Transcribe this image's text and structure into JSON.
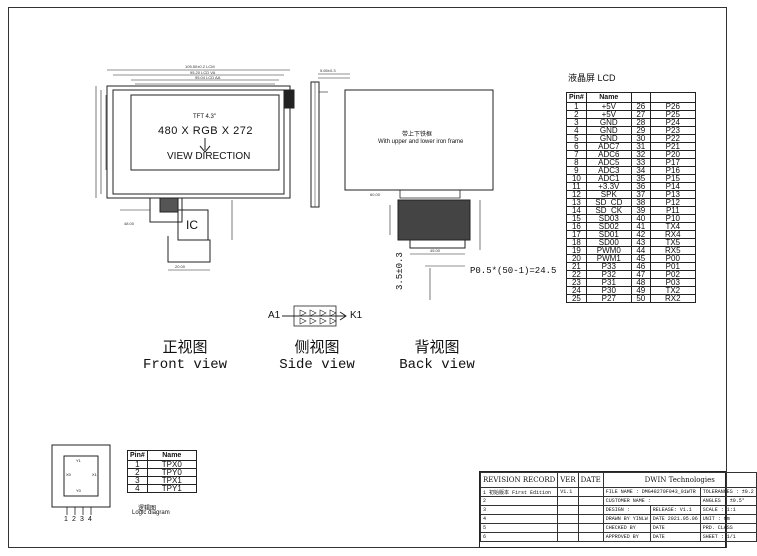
{
  "front": {
    "tft_size": "TFT 4.3\"",
    "resolution": "480 X RGB X 272",
    "view_direction": "VIEW DIRECTION",
    "ic": "IC",
    "label_cn": "正视图",
    "label_en": "Front view"
  },
  "side": {
    "anode": "A1",
    "cathode": "K1",
    "label_cn": "侧视图",
    "label_en": "Side view"
  },
  "back": {
    "frame_cn": "带上下铁框",
    "frame_en": "With upper and lower iron frame",
    "pitch": "P0.5*(50-1)=24.5",
    "offset": "3.5±0.3",
    "label_cn": "背视图",
    "label_en": "Back view"
  },
  "lcd_table": {
    "title": "液晶屏 LCD",
    "header_pin": "Pin#",
    "header_name": "Name",
    "rows": [
      [
        "1",
        "+5V",
        "26",
        "P26"
      ],
      [
        "2",
        "+5V",
        "27",
        "P25"
      ],
      [
        "3",
        "GND",
        "28",
        "P24"
      ],
      [
        "4",
        "GND",
        "29",
        "P23"
      ],
      [
        "5",
        "GND",
        "30",
        "P22"
      ],
      [
        "6",
        "ADC7",
        "31",
        "P21"
      ],
      [
        "7",
        "ADC6",
        "32",
        "P20"
      ],
      [
        "8",
        "ADC5",
        "33",
        "P17"
      ],
      [
        "9",
        "ADC3",
        "34",
        "P16"
      ],
      [
        "10",
        "ADC1",
        "35",
        "P15"
      ],
      [
        "11",
        "+3.3V",
        "36",
        "P14"
      ],
      [
        "12",
        "SPK",
        "37",
        "P13"
      ],
      [
        "13",
        "SD_CD",
        "38",
        "P12"
      ],
      [
        "14",
        "SD_CK",
        "39",
        "P11"
      ],
      [
        "15",
        "SD03",
        "40",
        "P10"
      ],
      [
        "16",
        "SD02",
        "41",
        "TX4"
      ],
      [
        "17",
        "SD01",
        "42",
        "RX4"
      ],
      [
        "18",
        "SD00",
        "43",
        "TX5"
      ],
      [
        "19",
        "PWM0",
        "44",
        "RX5"
      ],
      [
        "20",
        "PWM1",
        "45",
        "P00"
      ],
      [
        "21",
        "P33",
        "46",
        "P01"
      ],
      [
        "22",
        "P32",
        "47",
        "P02"
      ],
      [
        "23",
        "P31",
        "48",
        "P03"
      ],
      [
        "24",
        "P30",
        "49",
        "TX2"
      ],
      [
        "25",
        "P27",
        "50",
        "RX2"
      ]
    ]
  },
  "logic": {
    "header_pin": "Pin#",
    "header_name": "Name",
    "rows": [
      [
        "1",
        "TPX0"
      ],
      [
        "2",
        "TPY0"
      ],
      [
        "3",
        "TPX1"
      ],
      [
        "4",
        "TPY1"
      ]
    ],
    "caption_cn": "逻辑图",
    "caption_en": "Logic diagram",
    "pin_numbers": [
      "1",
      "2",
      "3",
      "4"
    ],
    "y0": "Y0",
    "y1": "Y1",
    "x0": "X0",
    "x1": "X1"
  },
  "title_block": {
    "revision_record": "REVISION RECORD",
    "ver": "VER",
    "date": "DATE",
    "company": "DWIN Technologies",
    "row1_left": "初始版本 First Edition",
    "row1_ver": "V1.1",
    "file_name": "FILE NAME : DMG48270F043_01WTR",
    "tolerances": "TOLERANCES : ±0.2",
    "customer_name": "CUSTOMER NAME :",
    "angles": "ANGLES : ±0.5°",
    "design": "DESIGN :",
    "release": "RELEASE: V1.1",
    "scale": "SCALE : 1:1",
    "drawn_by": "DRAWN BY",
    "drawn_name": "YINLW",
    "date_val": "DATE 2021.05.06",
    "unit": "UNIT : mm",
    "checked_by": "CHECKED BY",
    "approved_by": "APPROVED BY",
    "date_lbl": "DATE",
    "prd": "PRD. CLASS",
    "sheet": "SHEET : 1/1",
    "row_numbers": [
      "1",
      "2",
      "3",
      "4",
      "5",
      "6"
    ]
  }
}
